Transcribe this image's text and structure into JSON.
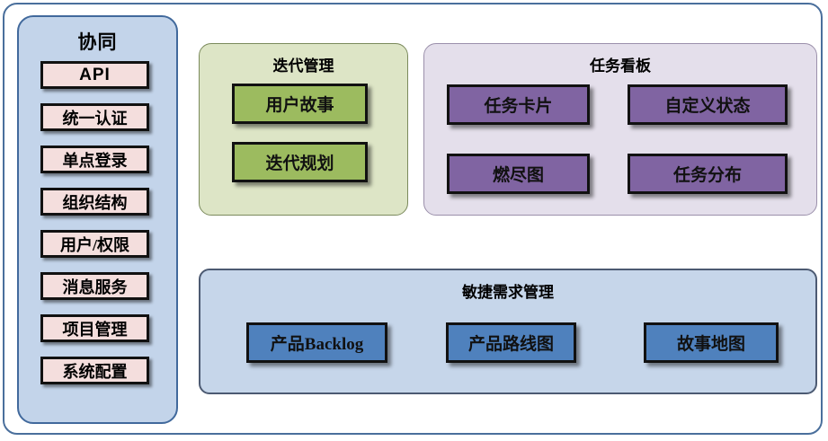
{
  "diagram": {
    "sidebar": {
      "title": "协同",
      "items": [
        {
          "label": "API",
          "script": "latin"
        },
        {
          "label": "统一认证",
          "script": "han"
        },
        {
          "label": "单点登录",
          "script": "han"
        },
        {
          "label": "组织结构",
          "script": "han"
        },
        {
          "label": "用户/权限",
          "script": "han"
        },
        {
          "label": "消息服务",
          "script": "han"
        },
        {
          "label": "项目管理",
          "script": "han"
        },
        {
          "label": "系统配置",
          "script": "han"
        }
      ]
    },
    "panels": {
      "iteration": {
        "title": "迭代管理",
        "items": [
          {
            "label": "用户故事"
          },
          {
            "label": "迭代规划"
          }
        ]
      },
      "taskboard": {
        "title": "任务看板",
        "items": [
          {
            "label": "任务卡片"
          },
          {
            "label": "自定义状态"
          },
          {
            "label": "燃尽图"
          },
          {
            "label": "任务分布"
          }
        ]
      },
      "agile": {
        "title": "敏捷需求管理",
        "items": [
          {
            "label": "产品Backlog"
          },
          {
            "label": "产品路线图"
          },
          {
            "label": "故事地图"
          }
        ]
      }
    },
    "colors": {
      "frame_border": "#4a6f9c",
      "sidebar_fill": "#c3d4ea",
      "sidebar_item_fill": "#f4dedd",
      "iteration_panel_fill": "#dde5c6",
      "iteration_box_fill": "#9cbb5f",
      "taskboard_panel_fill": "#e4dfeb",
      "taskboard_box_fill": "#8064a2",
      "agile_panel_fill": "#c6d6ea",
      "agile_box_fill": "#4f81bd"
    }
  }
}
